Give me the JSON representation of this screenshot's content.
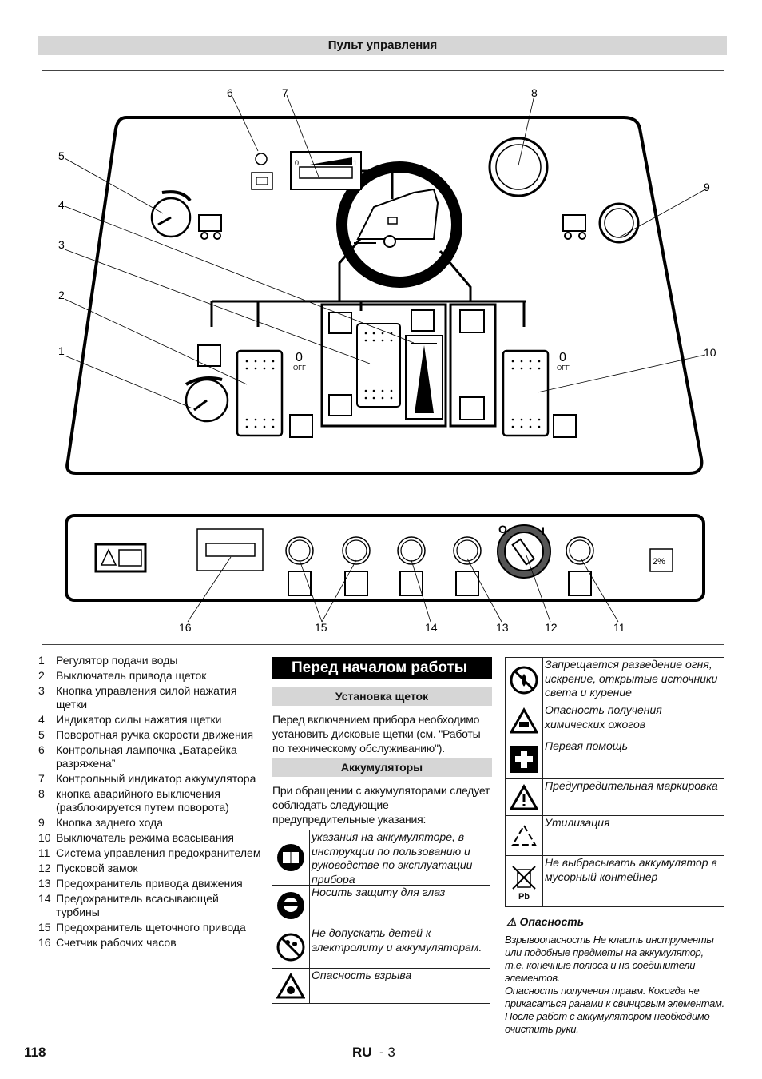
{
  "header": "Пульт управления",
  "figure": {
    "callouts": [
      "1",
      "2",
      "3",
      "4",
      "5",
      "6",
      "7",
      "8",
      "9",
      "10",
      "11",
      "12",
      "13",
      "14",
      "15",
      "16"
    ],
    "off_label": "OFF",
    "zero_label": "0",
    "gauge_min": "0",
    "gauge_max": "1",
    "key_o": "O",
    "key_i": "I",
    "percent_sign": "2%"
  },
  "legend": [
    {
      "n": "1",
      "t": "Регулятор подачи воды"
    },
    {
      "n": "2",
      "t": "Выключатель привода щеток"
    },
    {
      "n": "3",
      "t": "Кнопка управления силой нажатия щетки"
    },
    {
      "n": "4",
      "t": "Индикатор силы нажатия щетки"
    },
    {
      "n": "5",
      "t": "Поворотная ручка скорости движения"
    },
    {
      "n": "6",
      "t": "Контрольная лампочка „Батарейка разряжена”"
    },
    {
      "n": "7",
      "t": "Контрольный индикатор аккумулятора"
    },
    {
      "n": "8",
      "t": "кнопка аварийного выключения (разблокируется путем поворота)"
    },
    {
      "n": "9",
      "t": "Кнопка заднего хода"
    },
    {
      "n": "10",
      "t": "Выключатель режима всасывания"
    },
    {
      "n": "11",
      "t": "Система управления предохранителем"
    },
    {
      "n": "12",
      "t": "Пусковой замок"
    },
    {
      "n": "13",
      "t": "Предохранитель привода движения"
    },
    {
      "n": "14",
      "t": "Предохранитель всасывающей турбины"
    },
    {
      "n": "15",
      "t": "Предохранитель щеточного привода"
    },
    {
      "n": "16",
      "t": "Счетчик рабочих часов"
    }
  ],
  "section": {
    "title": "Перед началом работы",
    "brushes_title": "Установка щеток",
    "brushes_text": "Перед включением прибора необходимо установить дисковые щетки (см. \"Работы по техническому обслуживанию\").",
    "battery_title": "Аккумуляторы",
    "battery_text": "При обращении с аккумуляторами следует соблюдать следующие предупредительные указания:"
  },
  "warnings_left": [
    {
      "icon": "manual-icon",
      "t": "указания на аккумуляторе, в инструкции по пользованию и руководстве по эксплуатации прибора"
    },
    {
      "icon": "goggles-icon",
      "t": "Носить защиту для глаз"
    },
    {
      "icon": "no-children-icon",
      "t": "Не допускать детей к электролиту и аккумуляторам."
    },
    {
      "icon": "explosion-icon",
      "t": "Опасность взрыва"
    }
  ],
  "warnings_right": [
    {
      "icon": "no-fire-icon",
      "t": "Запрещается разведение огня, искрение, открытые источники света и курение"
    },
    {
      "icon": "chemical-burn-icon",
      "t": "Опасность получения химических ожогов"
    },
    {
      "icon": "first-aid-icon",
      "t": "Первая помощь"
    },
    {
      "icon": "warning-icon",
      "t": "Предупредительная маркировка"
    },
    {
      "icon": "recycle-icon",
      "t": "Утилизация"
    },
    {
      "icon": "no-bin-pb-icon",
      "t": "Не выбрасывать аккумулятор в мусорный контейнер"
    }
  ],
  "danger": {
    "title": "Опасность",
    "text1": "Взрывоопасность Не класть инструменты или подобные предметы на аккумулятор, т.е. конечные полюса и на соединители элементов.",
    "text2": "Опасность получения травм. Кокогда не прикасаться ранами к свинцовым элементам. После работ с аккумулятором необходимо очистить руки."
  },
  "footer": {
    "page": "118",
    "lang": "RU",
    "sep": "- 3"
  },
  "pb_label": "Pb"
}
